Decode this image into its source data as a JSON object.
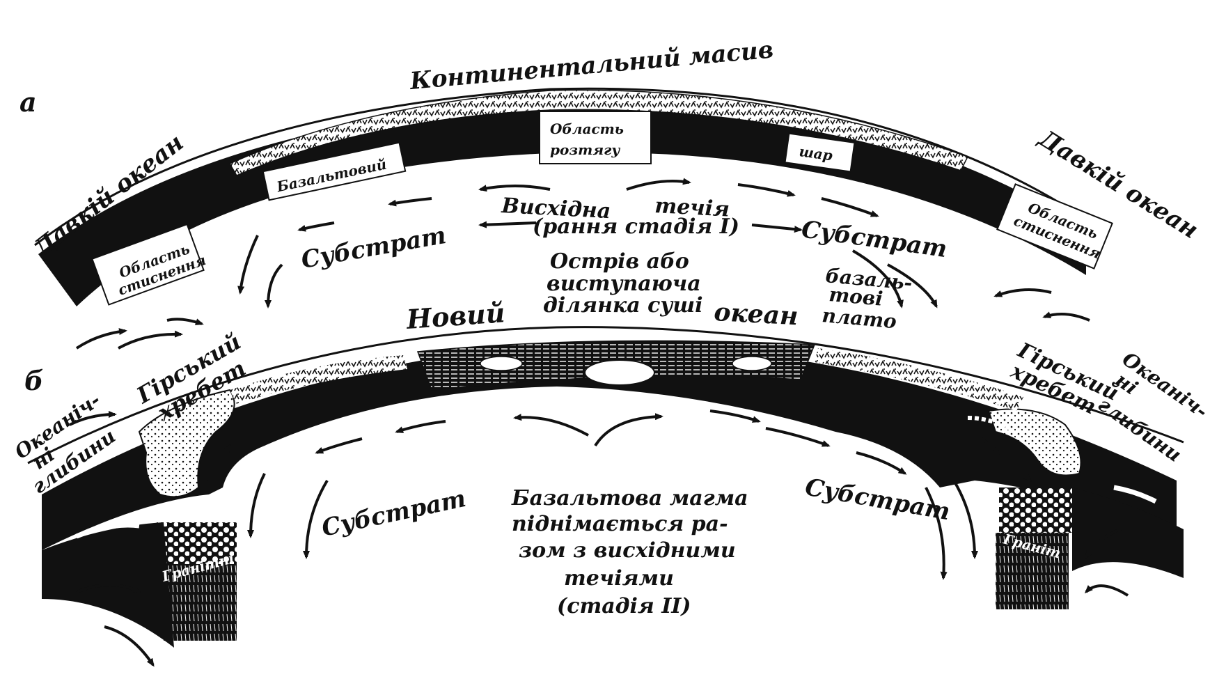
{
  "panel_a": {
    "letter": "а",
    "continental_massif": "Континентальний масив",
    "old_ocean_left": "Давкій океан",
    "old_ocean_right": "Давкій океан",
    "compression_left_1": "Область",
    "compression_left_2": "стиснення",
    "compression_right_1": "Область",
    "compression_right_2": "стиснення",
    "extension_1": "Область",
    "extension_2": "розтягу",
    "basalt_word": "Базальтовий",
    "layer_word": "шар",
    "ascending_1": "Висхідна",
    "ascending_2": "течія",
    "early_stage": "(рання стадія I)",
    "substrate_left": "Субстрат",
    "substrate_right": "Субстрат"
  },
  "panel_b": {
    "letter": "б",
    "new_word": "Новий",
    "ocean_word": "океан",
    "island_1": "Острів або",
    "island_2": "виступаюча",
    "island_3": "ділянка суші",
    "plateau_1": "базаль-",
    "plateau_2": "тові",
    "plateau_3": "плато",
    "ridge_left_1": "Гірський",
    "ridge_left_2": "хребет",
    "ridge_right_1": "Гірський",
    "ridge_right_2": "хребет",
    "deeps_left_1": "Океаніч-",
    "deeps_left_2": "ні",
    "deeps_left_3": "глибини",
    "deeps_right_1": "Океаніч-",
    "deeps_right_2": "ні",
    "deeps_right_3": "глибини",
    "granite_left": "Гранітні",
    "granite_right": "Граніт",
    "substrate_left": "Субстрат",
    "substrate_right": "Субстрат",
    "magma_1": "Базальтова магма",
    "magma_2": "піднімається ра-",
    "magma_3": "зом з висхідними",
    "magma_4": "течіями",
    "magma_5": "(стадія II)"
  }
}
